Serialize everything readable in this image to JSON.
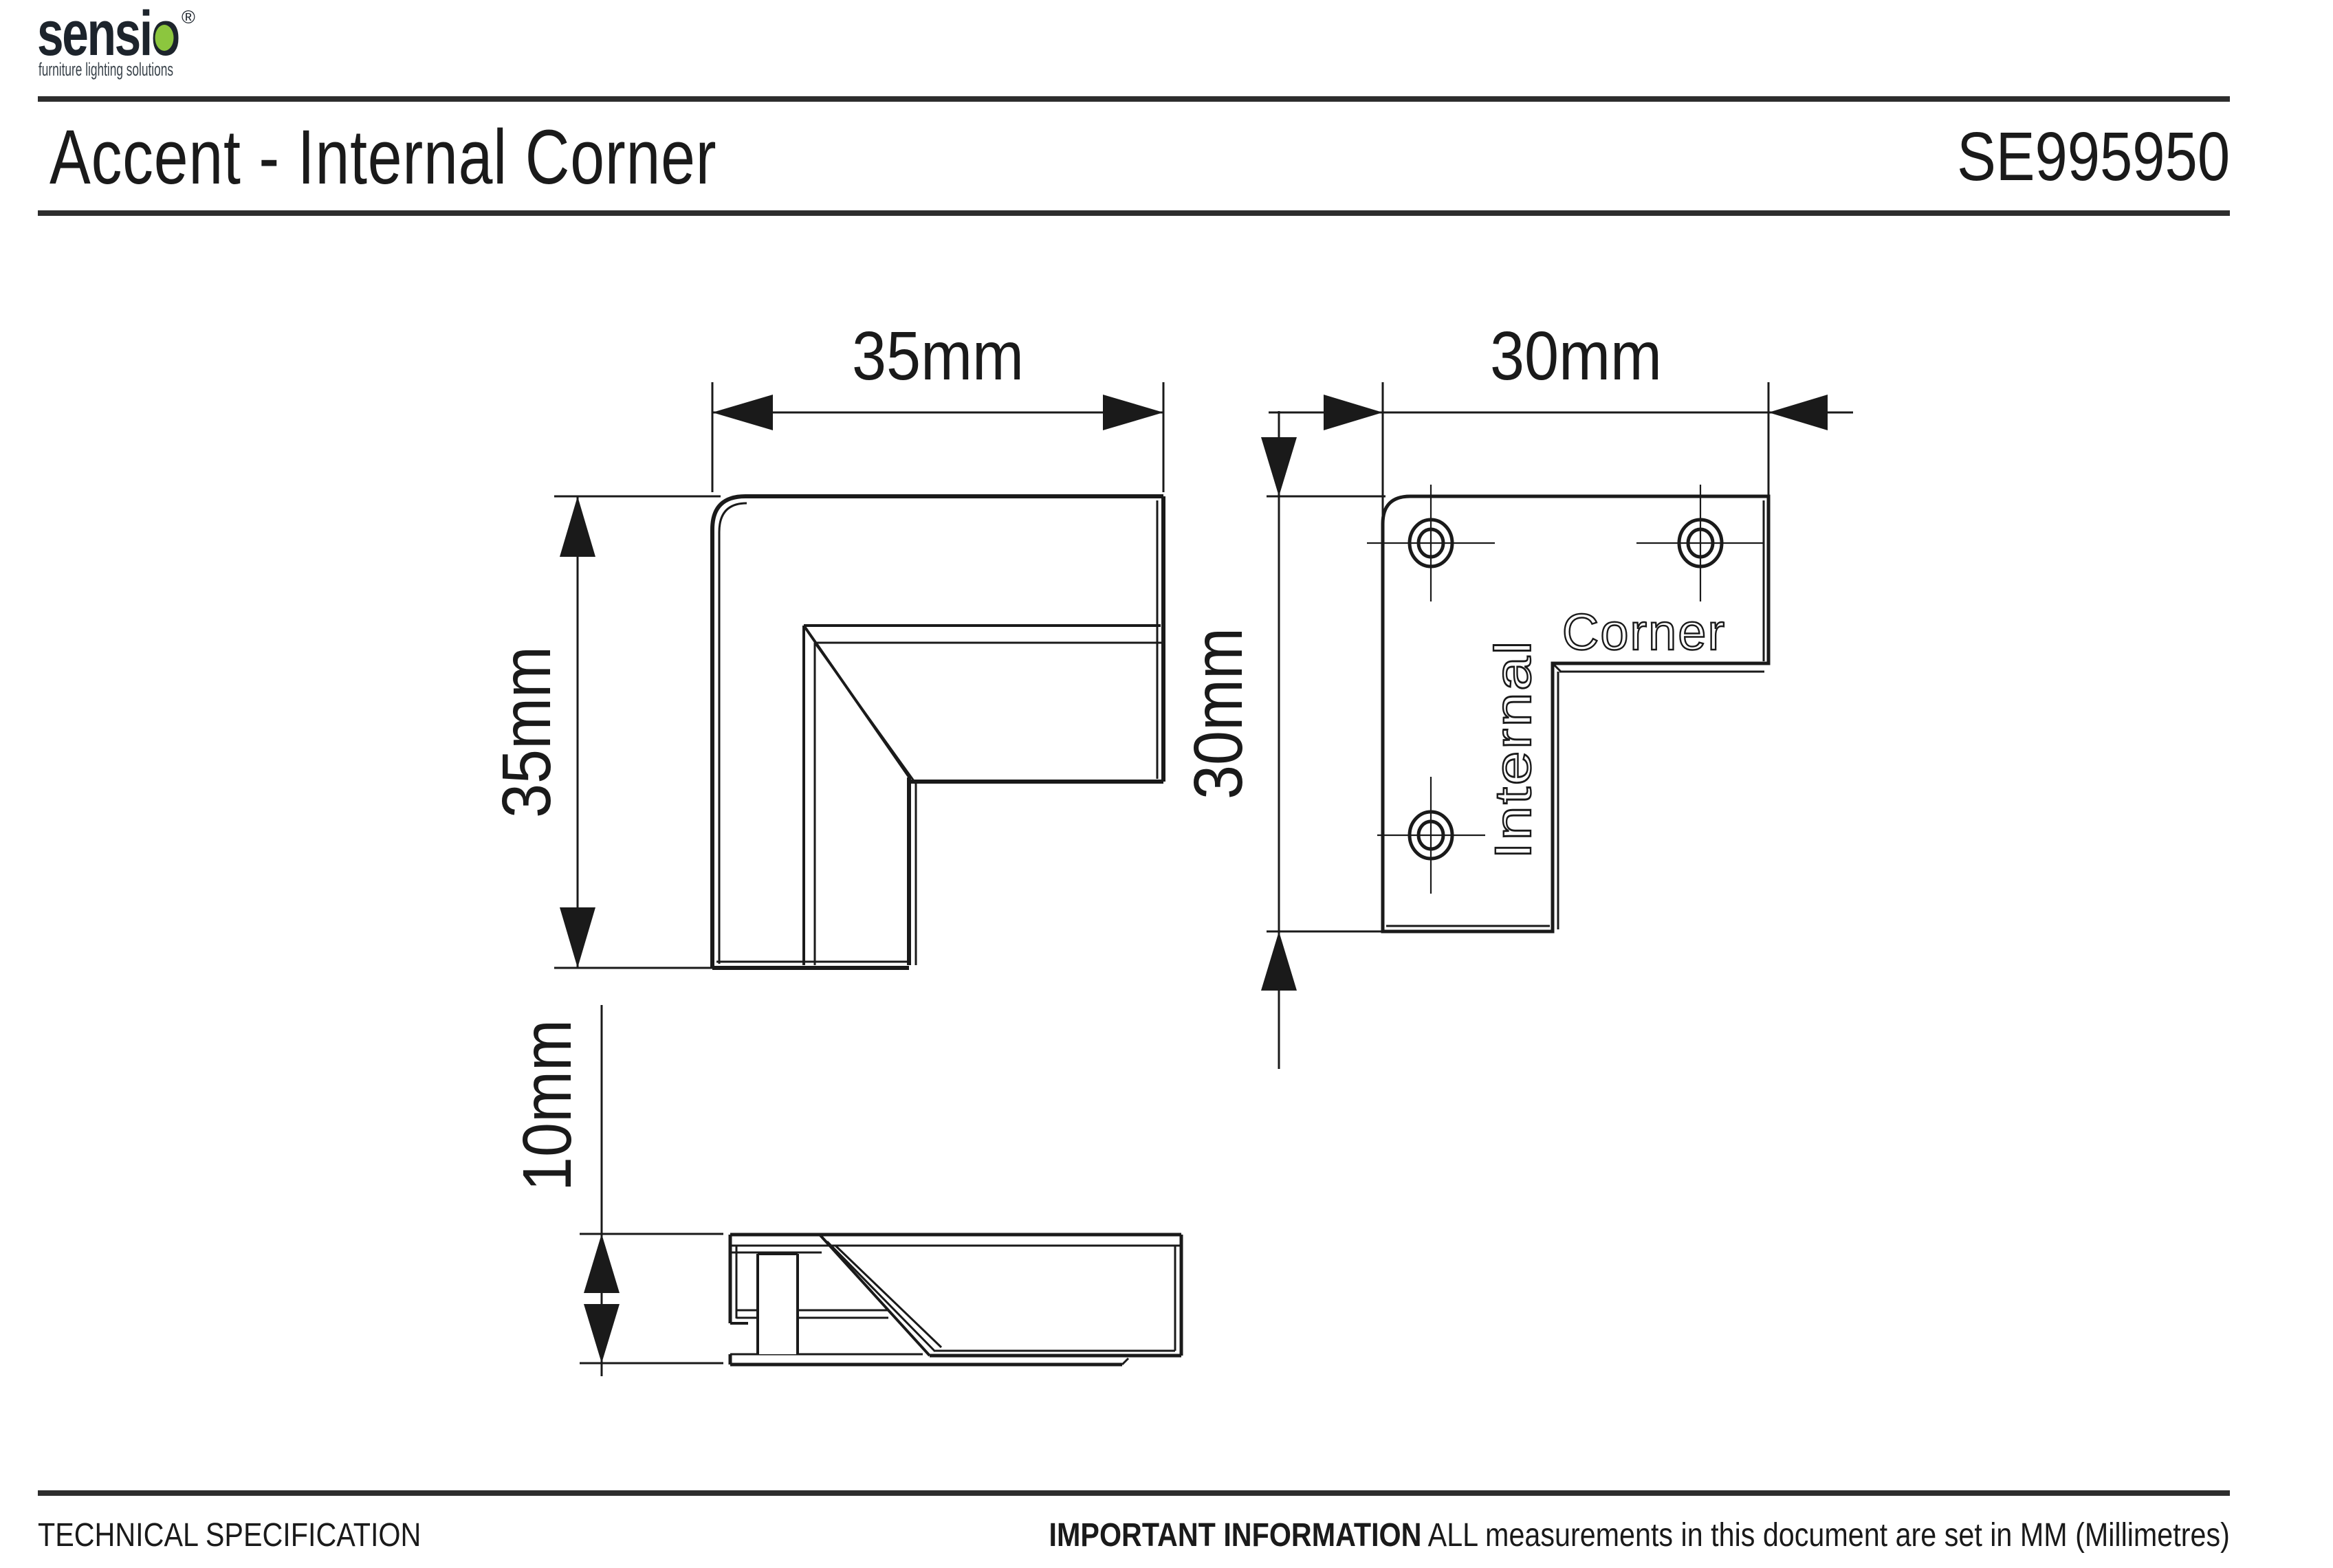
{
  "header": {
    "brand": "sensio",
    "registered": "®",
    "tagline": "furniture lighting solutions",
    "product_title": "Accent - Internal Corner",
    "part_number": "SE995950"
  },
  "drawing": {
    "top_view": {
      "width_dim": "35mm",
      "height_dim": "35mm"
    },
    "back_view": {
      "width_dim": "30mm",
      "height_dim": "30mm",
      "engraving_corner": "Corner",
      "engraving_internal": "Internal"
    },
    "side_view": {
      "height_dim": "10mm"
    }
  },
  "footer": {
    "left_text": "TECHNICAL SPECIFICATION",
    "important_label": "IMPORTANT INFORMATION",
    "important_text": " ALL measurements in this document are set in MM (Millimetres)"
  },
  "colors": {
    "ink": "#1a1a1a",
    "rule": "#2d2d2d",
    "logo_dark": "#1d242c",
    "logo_green": "#8cc63e"
  }
}
